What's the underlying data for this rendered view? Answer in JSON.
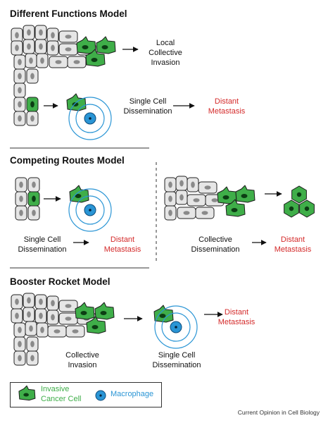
{
  "sections": {
    "different_functions": {
      "title": "Different Functions Model",
      "local_invasion": [
        "Local",
        "Collective",
        "Invasion"
      ],
      "single_cell": [
        "Single Cell",
        "Dissemination"
      ],
      "distant": [
        "Distant",
        "Metastasis"
      ]
    },
    "competing_routes": {
      "title": "Competing Routes Model",
      "single_cell": [
        "Single Cell",
        "Dissemination"
      ],
      "distant_left": [
        "Distant",
        "Metastasis"
      ],
      "collective": [
        "Collective",
        "Dissemination"
      ],
      "distant_right": [
        "Distant",
        "Metastasis"
      ]
    },
    "booster_rocket": {
      "title": "Booster Rocket Model",
      "collective_invasion": [
        "Collective",
        "Invasion"
      ],
      "single_cell": [
        "Single Cell",
        "Dissemination"
      ],
      "distant": [
        "Distant",
        "Metastasis"
      ]
    }
  },
  "legend": {
    "invasive": [
      "Invasive",
      "Cancer Cell"
    ],
    "macrophage": "Macrophage"
  },
  "credit": "Current Opinion in Cell Biology",
  "colors": {
    "cancer_cell": "#3fae49",
    "macrophage": "#2a95d5",
    "epithelial_cell": "#e6e6e6",
    "metastasis_text": "#d42a2a"
  }
}
